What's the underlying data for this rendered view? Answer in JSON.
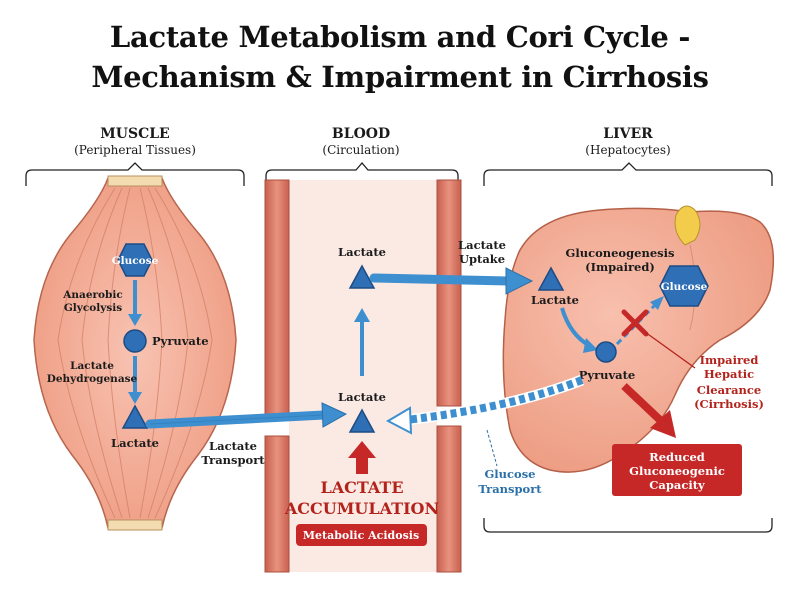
{
  "title": {
    "line1": "Lactate Metabolism and Cori Cycle -",
    "line2": "Mechanism & Impairment in Cirrhosis"
  },
  "sections": {
    "muscle": {
      "heading": "MUSCLE",
      "sub": "(Peripheral Tissues)"
    },
    "blood": {
      "heading": "BLOOD",
      "sub": "(Circulation)"
    },
    "liver": {
      "heading": "LIVER",
      "sub": "(Hepatocytes)"
    }
  },
  "muscle": {
    "glucose": "Glucose",
    "anaerobic": [
      "Anaerobic",
      "Glycolysis"
    ],
    "pyruvate": "Pyruvate",
    "ldh": [
      "Lactate",
      "Dehydrogenase"
    ],
    "lactate": "Lactate"
  },
  "transport": {
    "lactate_transport": [
      "Lactate",
      "Transport"
    ]
  },
  "blood": {
    "lactate_top": "Lactate",
    "lactate_bottom": "Lactate",
    "accumulation": [
      "LACTATE",
      "ACCUMULATION"
    ],
    "acidosis": "Metabolic Acidosis"
  },
  "uptake": [
    "Lactate",
    "Uptake"
  ],
  "liver": {
    "gluconeogenesis": [
      "Gluconeogenesis",
      "(Impaired)"
    ],
    "lactate": "Lactate",
    "glucose": "Glucose",
    "pyruvate": "Pyruvate",
    "impaired": [
      "Impaired",
      "Hepatic",
      "Clearance",
      "(Cirrhosis)"
    ],
    "reduced": [
      "Reduced",
      "Gluconeogenic",
      "Capacity"
    ]
  },
  "glucose_transport": [
    "Glucose",
    "Transport"
  ],
  "colors": {
    "blue_fill": "#2f6fb5",
    "blue_arrow": "#3d8fd0",
    "red": "#c62828",
    "muscle": "#f2a48c",
    "liver": "#f0a287",
    "vessel": "#d5705f"
  }
}
